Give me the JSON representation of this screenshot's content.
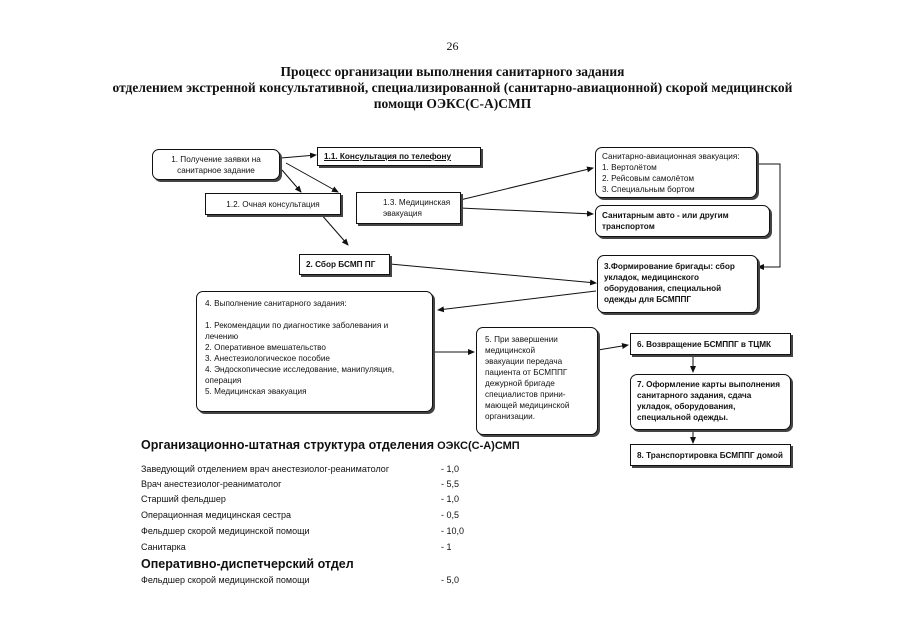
{
  "page_number": "26",
  "title": {
    "line1": "Процесс организации выполнения санитарного задания",
    "line2": "отделением экстренной консультативной, специализированной (санитарно-авиационной) скорой медицинской",
    "line3": "помощи  ОЭКС(С-А)СМП"
  },
  "flow": {
    "step1": [
      "1. Получение заявки на",
      "санитарное задание"
    ],
    "step11": "1.1. Консультация по телефону",
    "step12": "1.2. Очная консультация",
    "step13": [
      "1.3.  Медицинская",
      "эвакуация"
    ],
    "step2": "2. Сбор БСМП ПГ",
    "air": [
      "Санитарно-авиационная эвакуация:",
      "1. Вертолётом",
      "2. Рейсовым самолётом",
      "3. Специальным бортом"
    ],
    "ground": [
      "Санитарным авто -  или другим",
      "транспортом"
    ],
    "step3": [
      "3.Формирование  бригады:  сбор",
      "укладок,              медицинского",
      "оборудования,               специальной",
      "одежды для БСМППГ"
    ],
    "step4": {
      "title": "4. Выполнение санитарного задания:",
      "items": [
        "1.  Рекомендации по диагностике заболевания и",
        "      лечению",
        "2. Оперативное вмешательство",
        "3. Анестезиологическое пособие",
        "4. Эндоскопические исследование, манипуляция,",
        "    операция",
        "5. Медицинская эвакуация"
      ]
    },
    "step5": [
      "5. При завершении",
      "медицинской",
      "эвакуации передача",
      "пациента от БСМППГ",
      "дежурной бригаде",
      "специалистов прини-",
      "мающей медицинской",
      "организации."
    ],
    "step6": "6. Возвращение БСМППГ в ТЦМК",
    "step7": [
      "7. Оформление карты выполнения",
      "санитарного задания, сдача",
      "укладок, оборудования,",
      "специальной одежды."
    ],
    "step8": "8. Транспортировка БСМППГ домой"
  },
  "staff": {
    "heading": "Организационно-штатная структура отделения",
    "heading_suffix": "ОЭКС(С-А)СМП",
    "rows": [
      {
        "name": "Заведующий отделением врач анестезиолог-реаниматолог",
        "value": "- 1,0"
      },
      {
        "name": "Врач анестезиолог-реаниматолог",
        "value": "- 5,5"
      },
      {
        "name": "Старший фельдшер",
        "value": "- 1,0"
      },
      {
        "name": "Операционная медицинская сестра",
        "value": "- 0,5"
      },
      {
        "name": "Фельдшер скорой медицинской помощи",
        "value": "- 10,0"
      },
      {
        "name": "Санитарка",
        "value": "- 1"
      }
    ],
    "dispatch_heading": "Оперативно-диспетчерский отдел",
    "dispatch_rows": [
      {
        "name": "Фельдшер скорой медицинской помощи",
        "value": "- 5,0"
      }
    ]
  }
}
